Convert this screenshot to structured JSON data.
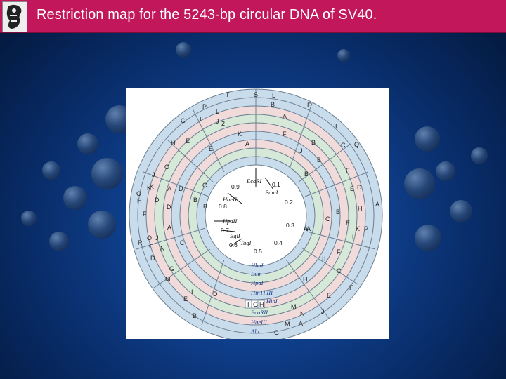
{
  "slide": {
    "title": "Restriction map for the 5243-bp circular DNA of SV40."
  },
  "logo": {
    "icon": "figure-logo-icon"
  },
  "colors": {
    "title_bar": "#c2185b",
    "ring_blue": "#c9dcec",
    "ring_pink": "#f1dada",
    "ring_green": "#d6e8d8",
    "ring_stroke": "#6b7f92",
    "enzyme_label": "#1a3b8a"
  },
  "map": {
    "enzyme_labels": [
      "HhaI",
      "Bum",
      "HpaI",
      "HinTI III",
      "HinI",
      "EcoRII",
      "HaeIII",
      "Alu"
    ],
    "inner_enzymes": [
      "EcoRI",
      "BamI",
      "HaeII",
      "HpaII",
      "BglI",
      "TaqI"
    ],
    "inner_positions": [
      "0.1",
      "0.2",
      "0.3",
      "0.4",
      "0.5",
      "0.6",
      "0.7",
      "0.8",
      "0.9"
    ],
    "fragment_labels": {
      "top": [
        "T",
        "S",
        "L",
        "P",
        "L",
        "B",
        "E",
        "G",
        "I",
        "J",
        "2",
        "A",
        "I",
        "H",
        "K",
        "F",
        "E",
        "E",
        "A",
        "J",
        "B",
        "C",
        "Q",
        "O",
        "B",
        "F"
      ],
      "left": [
        "J",
        "K",
        "K",
        "A",
        "D",
        "O",
        "F",
        "B",
        "C",
        "B",
        "D",
        "D",
        "H",
        "A",
        "O",
        "J",
        "N",
        "R",
        "C",
        "C",
        "D",
        "G",
        "M",
        "E",
        "I",
        "B",
        "D"
      ],
      "right": [
        "D",
        "E",
        "H",
        "A",
        "B",
        "C",
        "K",
        "P",
        "L",
        "A",
        "F",
        "H",
        "J",
        "M",
        "M",
        "E",
        "F",
        "E",
        "I",
        "C",
        "A",
        "J",
        "N",
        "G",
        "I",
        "B",
        "A"
      ],
      "bottom_boxes": [
        "I",
        "G",
        "H"
      ]
    }
  }
}
